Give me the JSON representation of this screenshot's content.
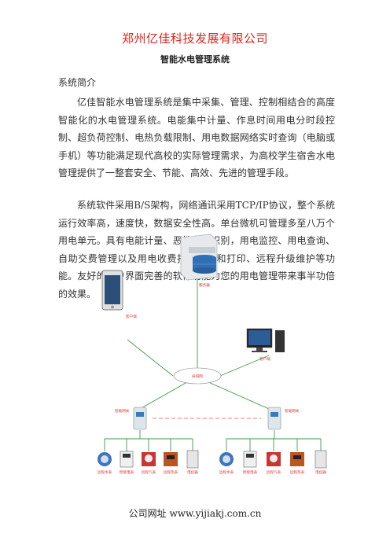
{
  "header": {
    "company": "郑州亿佳科技发展有限公司",
    "subtitle": "智能水电管理系统"
  },
  "section": {
    "heading": "系统简介",
    "paragraphs": [
      "亿佳智能水电管理系统是集中采集、管理、控制相结合的高度智能化的水电管理系统。电能集中计量、作息时间用电分时段控制、超负荷控制、电热负载限制、用电数据网络实时查询（电脑或手机）等功能满足现代高校的实际管理需求，为高校学生宿舍水电管理提供了一整套安全、节能、高效、先进的管理手段。",
      "系统软件采用B/S架构，网络通讯采用TCP/IP协议，整个系统运行效率高，速度快，数据安全性高。单台微机可管理多至八万个用电单元。具有电能计量、恶性负载识别，用电监控、用电查询、自助交费管理以及用电收费报表统计和打印、远程升级维护等功能。友好的用户界面完善的软件功能为您的用电管理带来事半功倍的效果。"
    ]
  },
  "diagram": {
    "server_label": "服务器",
    "phone_label": "客户端",
    "pc_label": "客户端",
    "network_label": "局域网",
    "gateway_left_label": "智能网关",
    "gateway_right_label": "智能网关",
    "devices_left": [
      "远程水表",
      "智能电表",
      "远程气表",
      "远程热表",
      "电控器"
    ],
    "devices_right": [
      "远程水表",
      "智能电表",
      "远程气表",
      "远程热表",
      "电控器"
    ]
  },
  "footer": {
    "website": "公司网址 www.yijiakj.com.cn"
  }
}
